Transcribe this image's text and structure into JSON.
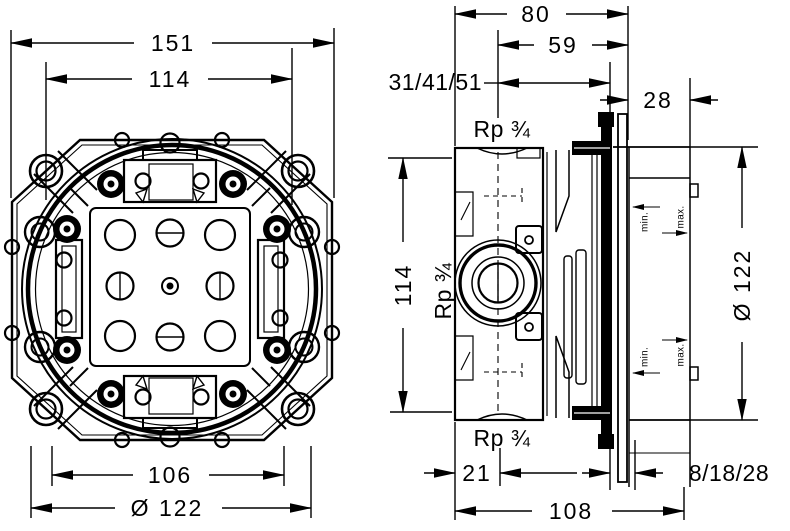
{
  "front_view": {
    "width_total": "151",
    "width_inner": "114",
    "width_ports": "106",
    "diameter": "Ø 122"
  },
  "side_view": {
    "depth_total": "80",
    "depth_inner": "59",
    "depth_range": "31/41/51",
    "front_offset": "28",
    "height": "114",
    "thread_top": "Rp ¾",
    "thread_side": "Rp ¾",
    "thread_bottom": "Rp ¾",
    "bottom_left": "21",
    "wall_range": "8/18/28",
    "depth_overall": "108",
    "diameter": "Ø 122",
    "min_top": "min.",
    "max_top": "max.",
    "min_bottom": "min.",
    "max_bottom": "max."
  },
  "colors": {
    "line": "#000000",
    "background": "#ffffff"
  }
}
